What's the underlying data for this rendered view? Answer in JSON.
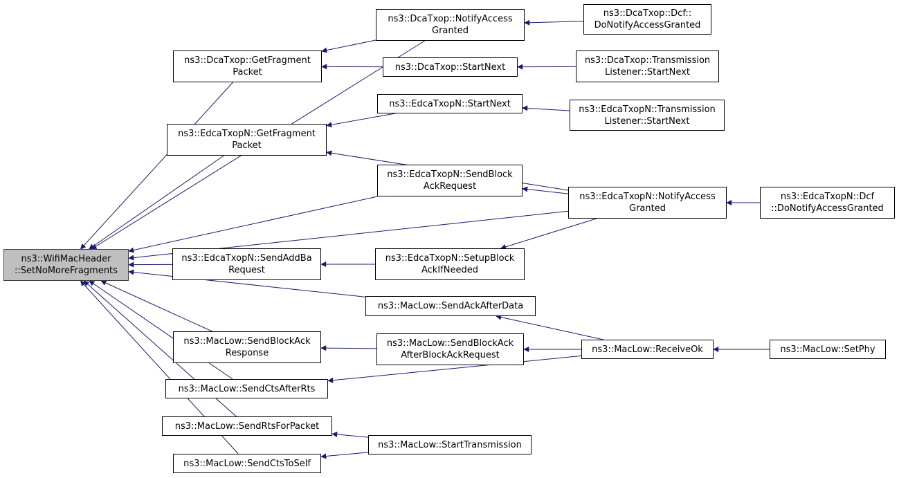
{
  "graph": {
    "colors": {
      "edge": "#191970",
      "node_fill": "#ffffff",
      "root_fill": "#bfbfbf",
      "node_border": "#000000"
    },
    "nodes": {
      "root": {
        "label": "ns3::WifiMacHeader\n::SetNoMoreFragments"
      },
      "dtNAG": {
        "label": "ns3::DcaTxop::NotifyAccess\nGranted"
      },
      "dtDcf": {
        "label": "ns3::DcaTxop::Dcf::\nDoNotifyAccessGranted"
      },
      "dtGFP": {
        "label": "ns3::DcaTxop::GetFragment\nPacket"
      },
      "dtSN": {
        "label": "ns3::DcaTxop::StartNext"
      },
      "dtTLSN": {
        "label": "ns3::DcaTxop::Transmission\nListener::StartNext"
      },
      "eSN": {
        "label": "ns3::EdcaTxopN::StartNext"
      },
      "eTLSN": {
        "label": "ns3::EdcaTxopN::Transmission\nListener::StartNext"
      },
      "eGFP": {
        "label": "ns3::EdcaTxopN::GetFragment\nPacket"
      },
      "eSBAR": {
        "label": "ns3::EdcaTxopN::SendBlock\nAckRequest"
      },
      "eNAG": {
        "label": "ns3::EdcaTxopN::NotifyAccess\nGranted"
      },
      "eDcf": {
        "label": "ns3::EdcaTxopN::Dcf\n::DoNotifyAccessGranted"
      },
      "eSABR": {
        "label": "ns3::EdcaTxopN::SendAddBa\nRequest"
      },
      "eSBAIN": {
        "label": "ns3::EdcaTxopN::SetupBlock\nAckIfNeeded"
      },
      "mSAAD": {
        "label": "ns3::MacLow::SendAckAfterData"
      },
      "mSBAR": {
        "label": "ns3::MacLow::SendBlockAck\nResponse"
      },
      "mSBAABAR": {
        "label": "ns3::MacLow::SendBlockAck\nAfterBlockAckRequest"
      },
      "mRO": {
        "label": "ns3::MacLow::ReceiveOk"
      },
      "mSP": {
        "label": "ns3::MacLow::SetPhy"
      },
      "mSCAR": {
        "label": "ns3::MacLow::SendCtsAfterRts"
      },
      "mSRFP": {
        "label": "ns3::MacLow::SendRtsForPacket"
      },
      "mST": {
        "label": "ns3::MacLow::StartTransmission"
      },
      "mSCTS": {
        "label": "ns3::MacLow::SendCtsToSelf"
      }
    },
    "edges": [
      [
        "dtNAG",
        "root"
      ],
      [
        "dtGFP",
        "root"
      ],
      [
        "eGFP",
        "root"
      ],
      [
        "eSBAR",
        "root"
      ],
      [
        "eNAG",
        "root"
      ],
      [
        "eSABR",
        "root"
      ],
      [
        "mSAAD",
        "root"
      ],
      [
        "mSBAR",
        "root"
      ],
      [
        "mSCAR",
        "root"
      ],
      [
        "mSRFP",
        "root"
      ],
      [
        "mSCTS",
        "root"
      ],
      [
        "dtDcf",
        "dtNAG"
      ],
      [
        "dtNAG",
        "dtGFP"
      ],
      [
        "dtSN",
        "dtGFP"
      ],
      [
        "dtTLSN",
        "dtSN"
      ],
      [
        "eSN",
        "eGFP"
      ],
      [
        "eTLSN",
        "eSN"
      ],
      [
        "eNAG",
        "eGFP"
      ],
      [
        "eNAG",
        "eSBAR"
      ],
      [
        "eDcf",
        "eNAG"
      ],
      [
        "eSBAIN",
        "eSABR"
      ],
      [
        "eNAG",
        "eSBAIN"
      ],
      [
        "mRO",
        "mSAAD"
      ],
      [
        "mSBAABAR",
        "mSBAR"
      ],
      [
        "mRO",
        "mSBAABAR"
      ],
      [
        "mSP",
        "mRO"
      ],
      [
        "mRO",
        "mSCAR"
      ],
      [
        "mST",
        "mSRFP"
      ],
      [
        "mST",
        "mSCTS"
      ]
    ]
  }
}
